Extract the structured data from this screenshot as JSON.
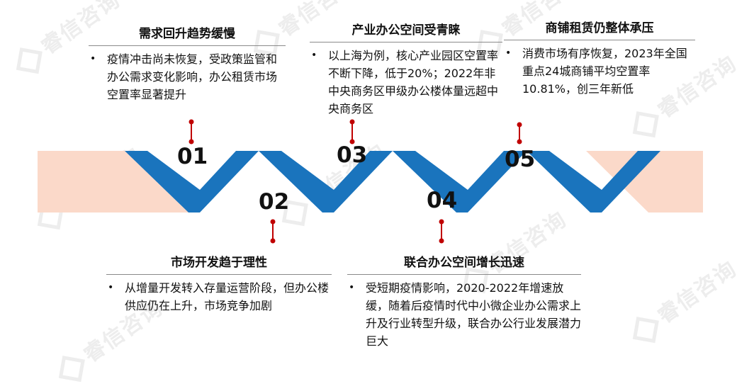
{
  "watermark": "睿信咨询",
  "colors": {
    "chevron": "#1a74bd",
    "band": "#fbd9c9",
    "marker": "#c00000"
  },
  "steps": [
    {
      "number": "01",
      "title": "需求回升趋势缓慢",
      "text": "疫情冲击尚未恢复，受政策监管和办公需求变化影响，办公租赁市场空置率显著提升"
    },
    {
      "number": "02",
      "title": "市场开发趋于理性",
      "text": "从增量开发转入存量运营阶段，但办公楼供应仍在上升，市场竞争加剧"
    },
    {
      "number": "03",
      "title": "产业办公空间受青睐",
      "text": "以上海为例，核心产业园区空置率不断下降，低于20%；2022年非中央商务区甲级办公楼体量远超中央商务区"
    },
    {
      "number": "04",
      "title": "联合办公空间增长迅速",
      "text": "受短期疫情影响，2020-2022年增速放缓，随着后疫情时代中小微企业办公需求上升及行业转型升级，联合办公行业发展潜力巨大"
    },
    {
      "number": "05",
      "title": "商铺租赁仍整体承压",
      "text": "消费市场有序恢复，2023年全国重点24城商铺平均空置率10.81%，创三年新低"
    }
  ]
}
